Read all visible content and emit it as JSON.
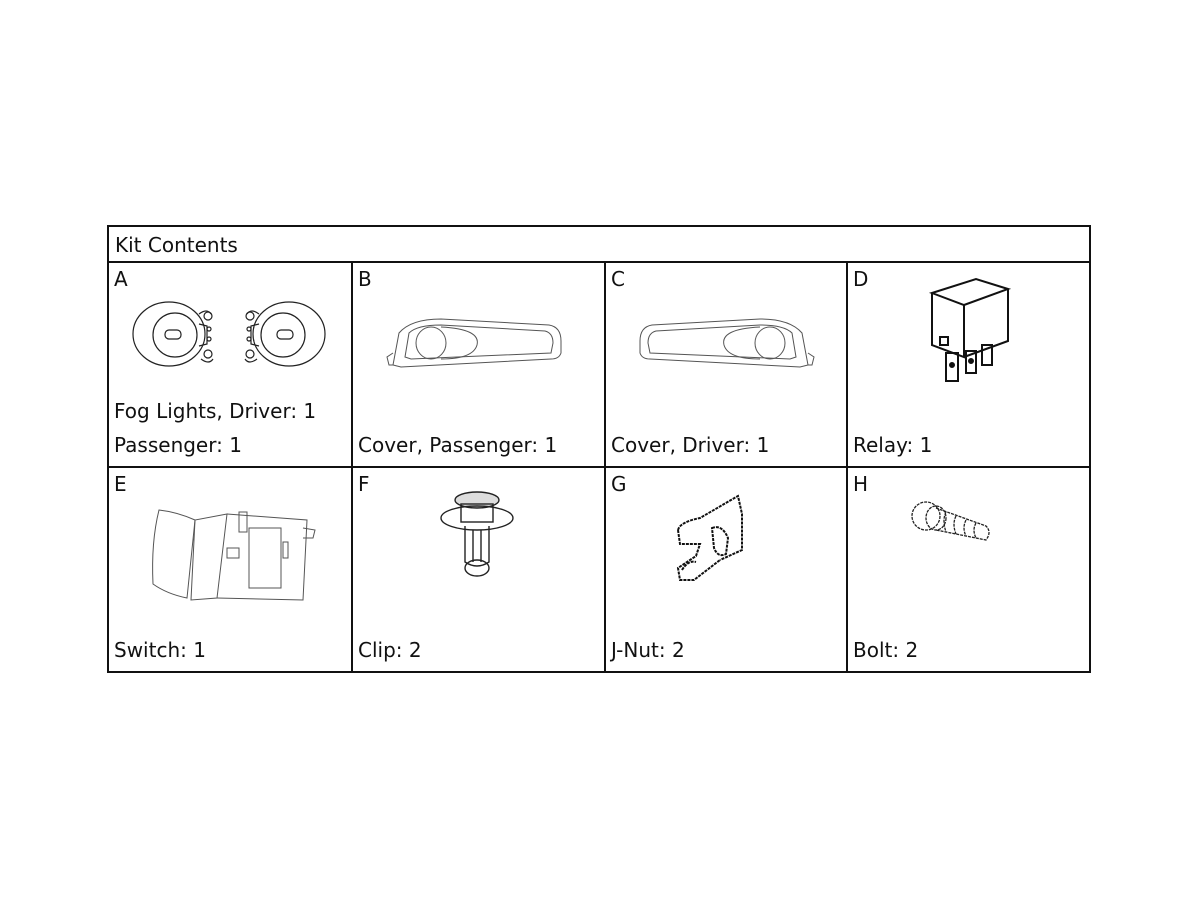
{
  "table": {
    "title": "Kit Contents",
    "items": [
      {
        "letter": "A",
        "caption_line1": "Fog Lights, Driver:  1",
        "caption_line2": "Passenger:  1",
        "icon": "fog-lights-icon"
      },
      {
        "letter": "B",
        "caption_line1": "Cover, Passenger:  1",
        "icon": "cover-passenger-icon"
      },
      {
        "letter": "C",
        "caption_line1": "Cover, Driver:  1",
        "icon": "cover-driver-icon"
      },
      {
        "letter": "D",
        "caption_line1": "Relay:  1",
        "icon": "relay-icon"
      },
      {
        "letter": "E",
        "caption_line1": "Switch:  1",
        "icon": "switch-icon"
      },
      {
        "letter": "F",
        "caption_line1": "Clip:  2",
        "icon": "clip-icon"
      },
      {
        "letter": "G",
        "caption_line1": "J-Nut:  2",
        "icon": "j-nut-icon"
      },
      {
        "letter": "H",
        "caption_line1": "Bolt:  2",
        "icon": "bolt-icon"
      }
    ]
  }
}
